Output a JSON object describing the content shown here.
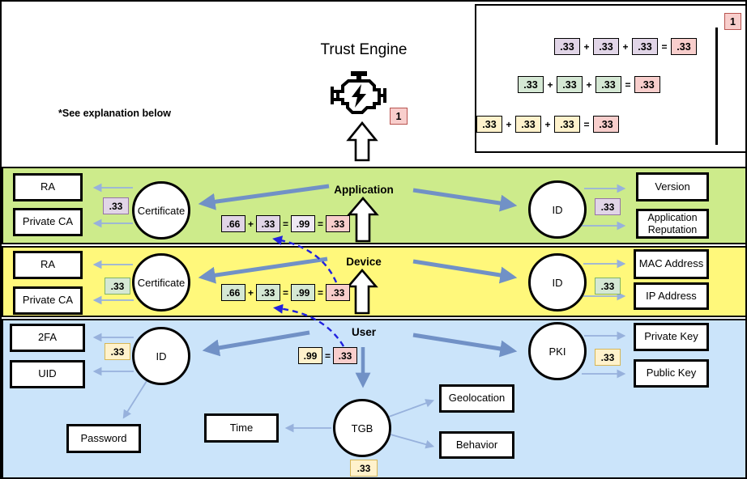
{
  "top": {
    "note": "*See explanation below",
    "title": "Trust Engine",
    "badge": "1"
  },
  "sym": {
    "plus": "+",
    "eq": "="
  },
  "inset": {
    "badge": "1",
    "rows": [
      {
        "t1": ".33",
        "t2": ".33",
        "t3": ".33",
        "result": ".33"
      },
      {
        "t1": ".33",
        "t2": ".33",
        "t3": ".33",
        "result": ".33"
      },
      {
        "t1": ".33",
        "t2": ".33",
        "t3": ".33",
        "result": ".33"
      }
    ]
  },
  "application": {
    "label": "Application",
    "left_circle": "Certificate",
    "left_badge": ".33",
    "box_ra": "RA",
    "box_private_ca": "Private CA",
    "right_circle": "ID",
    "right_badge": ".33",
    "box_version": "Version",
    "box_reputation": "Application Reputation",
    "formula": {
      "a": ".66",
      "b": ".33",
      "c": ".99",
      "result": ".33"
    }
  },
  "device": {
    "label": "Device",
    "left_circle": "Certificate",
    "left_badge": ".33",
    "box_ra": "RA",
    "box_private_ca": "Private CA",
    "right_circle": "ID",
    "right_badge": ".33",
    "box_mac": "MAC Address",
    "box_ip": "IP Address",
    "formula": {
      "a": ".66",
      "b": ".33",
      "c": ".99",
      "result": ".33"
    }
  },
  "user": {
    "label": "User",
    "left_circle": "ID",
    "left_badge": ".33",
    "box_2fa": "2FA",
    "box_uid": "UID",
    "box_password": "Password",
    "right_circle": "PKI",
    "right_badge": ".33",
    "box_private_key": "Private Key",
    "box_public_key": "Public Key",
    "formula": {
      "a": ".99",
      "result": ".33"
    },
    "tgb_circle": "TGB",
    "tgb_badge": ".33",
    "box_time": "Time",
    "box_geolocation": "Geolocation",
    "box_behavior": "Behavior"
  },
  "colors": {
    "band_application": "#CDEB8B",
    "band_device": "#FFF87B",
    "band_user": "#CBE4FA",
    "purple_fill": "#E1D5E7",
    "purple_stroke": "#9673A6",
    "green_fill": "#D5E8D4",
    "green_stroke": "#82B366",
    "yellow_fill": "#FFF2CC",
    "yellow_stroke": "#D6B656",
    "red_fill": "#F8CECC",
    "red_stroke": "#B85450",
    "arrow_thick": "#7191C6",
    "arrow_thin": "#97B1DC",
    "arrow_dashed_blue": "#2121DE"
  },
  "icons": {
    "engine": "engine-icon",
    "up_arrow": "block-arrow-up-icon"
  }
}
